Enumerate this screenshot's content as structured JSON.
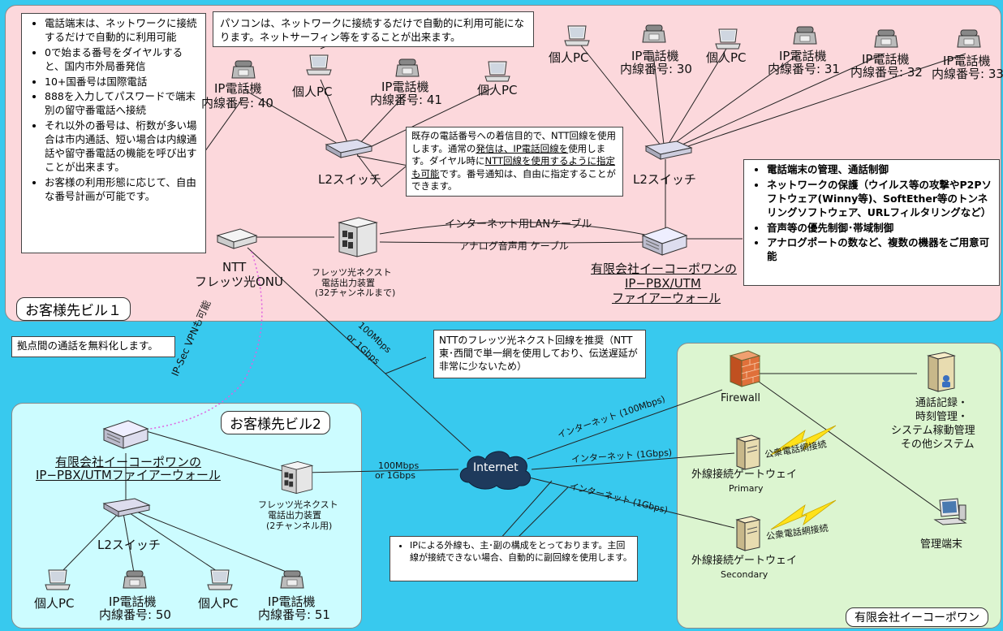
{
  "zones": {
    "bldg1": "お客様先ビル１",
    "bldg2": "お客様先ビル2",
    "company": "有限会社イーコーポワン"
  },
  "callouts": {
    "phone_rules": [
      "電話端末は、ネットワークに接続するだけで自動的に利用可能",
      "0で始まる番号をダイヤルすると、国内市外局番発信",
      "10+国番号は国際電話",
      "888を入力してパスワードで端末別の留守番電話へ接続",
      "それ以外の番号は、桁数が多い場合は市内通話、短い場合は内線通話や留守番電話の機能を呼び出すことが出来ます。",
      "お客様の利用形態に応じて、自由な番号計画が可能です。"
    ],
    "pc_note": "パソコンは、ネットワークに接続するだけで自動的に利用可能になります。ネットサーフィン等をすることが出来ます。",
    "incoming_note": {
      "t1": "既存の電話番号への着信目的で、NTT回線を使用します。通常の",
      "t1u": "発信は、IP電話回線を",
      "t2": "使用します。ダイヤル時に",
      "t2u": "NTT回線を使用するように指定も可能",
      "t3": "です。番号通知は、自由に指定することができます。"
    },
    "pbx_features": [
      "電話端末の管理、通話制御",
      "ネットワークの保護（ウイルス等の攻撃やP2Pソフトウェア(Winny等)、SoftEther等のトンネリングソフトウェア、URLフィルタリングなど）",
      "音声等の優先制御･帯域制御",
      "アナログポートの数など、複数の機器をご用意可能"
    ],
    "free_calls": "拠点間の通話を無料化します。",
    "fletsnote": "NTTのフレッツ光ネクスト回線を推奨（NTT東･西間で単一網を使用しており、伝送遅延が非常に少ないため）",
    "ipline_note": "IPによる外線も、主･副の構成をとっております。主回線が接続できない場合、自動的に副回線を使用します。"
  },
  "labels": {
    "pc": "個人PC",
    "ipphone": "IP電話機",
    "ext40": "内線番号: 40",
    "ext41": "内線番号: 41",
    "ext30": "内線番号: 30",
    "ext31": "内線番号: 31",
    "ext32": "内線番号: 32",
    "ext33": "内線番号: 33",
    "ext50": "内線番号: 50",
    "ext51": "内線番号: 51",
    "l2switch": "L2スイッチ",
    "ntt_onu_1": "NTT",
    "ntt_onu_2": "フレッツ光ONU",
    "flets_dev_1": "フレッツ光ネクスト",
    "flets_dev_2": "電話出力装置",
    "flets_dev_32": "(32チャンネルまで)",
    "flets_dev_2ch": "(2チャンネル用)",
    "lan_cable": "インターネット用LANケーブル",
    "analog_cable": "アナログ音声用 ケーブル",
    "pbx1_1": "有限会社イーコーポワンの",
    "pbx1_2": "IP−PBX/UTM",
    "pbx1_3": "ファイアーウォール",
    "pbx2_1": "有限会社イーコーポワンの",
    "pbx2_2": "IP−PBX/UTMファイアーウォール",
    "ipsec": "IP-Sec VPNも可能",
    "speed1": "100Mbps",
    "speed2": "or 1Gbps",
    "internet": "Internet",
    "inet_100m": "インターネット (100Mbps)",
    "inet_1g_a": "インターネット (1Gbps)",
    "inet_1g_b": "インターネット (1Gbps)",
    "firewall": "Firewall",
    "gw_primary_1": "外線接続ゲートウェイ",
    "gw_primary_2": "Primary",
    "gw_secondary_1": "外線接続ゲートウェイ",
    "gw_secondary_2": "Secondary",
    "pstn": "公衆電話網接続",
    "server_1": "通話記録・",
    "server_2": "時刻管理・",
    "server_3": "システム稼動管理",
    "server_4": "その他システム",
    "admin": "管理端末"
  },
  "colors": {
    "bldg1_bg": "#fcd8dc",
    "bldg2_bg": "#ccfcff",
    "company_bg": "#dcf5d0",
    "page_bg": "#38c9ee",
    "vpn_line": "#e060e0"
  }
}
